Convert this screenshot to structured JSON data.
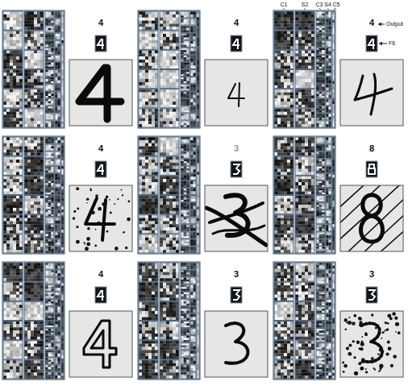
{
  "diagram": {
    "labels": [
      "4",
      "4",
      "C1",
      "S2",
      "C3",
      "S4",
      "C5",
      "4",
      "Output",
      "F6",
      "4",
      "3",
      "8",
      "4",
      "3",
      "3"
    ]
  }
}
